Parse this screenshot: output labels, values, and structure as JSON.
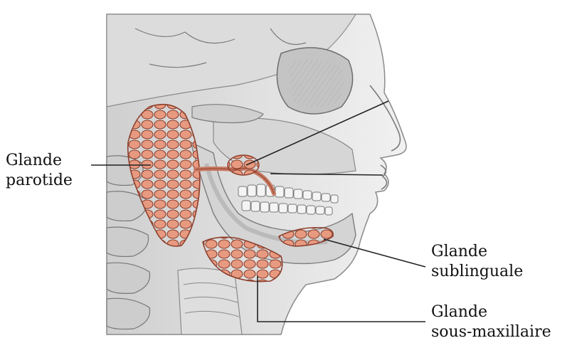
{
  "labels": {
    "parotide": {
      "line1": "Glande",
      "line2": "parotide"
    },
    "sublinguale": {
      "line1": "Glande",
      "line2": "sublinguale"
    },
    "sous_maxillaire": {
      "line1": "Glande",
      "line2": "sous-maxillaire"
    }
  },
  "colors": {
    "gland_fill": "#e3957c",
    "gland_stroke": "#8e3f2c",
    "bone": "#d9d9d9",
    "bone_dark": "#9a9a9a",
    "skin": "#ececec",
    "leader_line": "#222222"
  }
}
